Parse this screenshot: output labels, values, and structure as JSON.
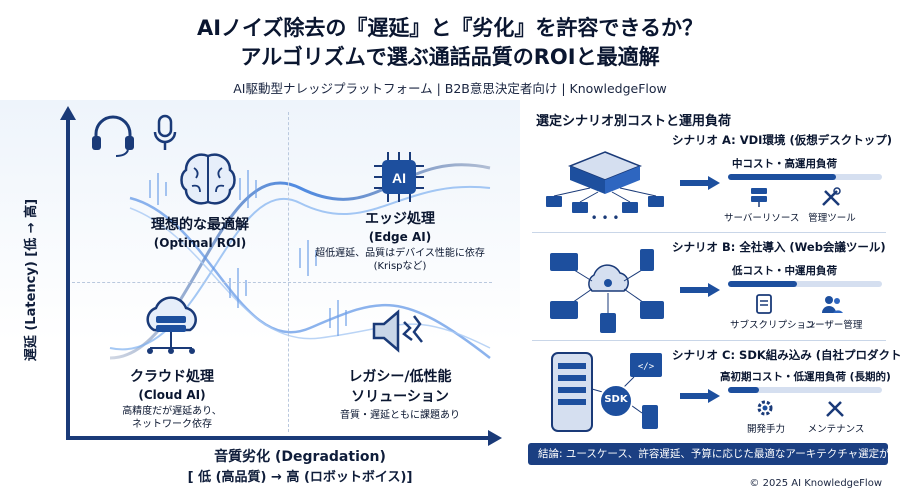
{
  "header": {
    "title_line1": "AIノイズ除去の『遅延』と『劣化』を許容できるか？",
    "title_line2": "アルゴリズムで選ぶ通話品質のROIと最適解",
    "subtitle": "AI駆動型ナレッジプラットフォーム | B2B意思決定者向け | KnowledgeFlow"
  },
  "diagram": {
    "y_axis_label": "遅延 (Latency) [低 → 高]",
    "x_axis_label": "音質劣化 (Degradation)",
    "x_axis_sub": "[ 低 (高品質) → 高 (ロボットボイス)]",
    "quadrants": {
      "optimal": {
        "title": "理想的な最適解",
        "sub": "(Optimal ROI)"
      },
      "edge": {
        "title": "エッジ処理",
        "sub": "(Edge AI)",
        "desc1": "超低遅延、品質はデバイス性能に依存",
        "desc2": "(Krispなど)"
      },
      "cloud": {
        "title": "クラウド処理",
        "sub": "(Cloud AI)",
        "desc1": "高精度だが遅延あり、",
        "desc2": "ネットワーク依存"
      },
      "legacy": {
        "title": "レガシー/低性能",
        "title2": "ソリューション",
        "desc1": "音質・遅延ともに課題あり"
      }
    },
    "icons": [
      "headset-icon",
      "microphone-icon",
      "brain-icon",
      "ai-chip-icon",
      "cloud-server-icon",
      "speaker-noise-icon"
    ]
  },
  "panel": {
    "title": "選定シナリオ別コストと運用負荷",
    "scenarios": [
      {
        "title": "シナリオ A: VDI環境 (仮想デスクトップ)",
        "cost": "中コスト・高運用負荷",
        "level": 0.7,
        "items": [
          "サーバーリソース",
          "管理ツール"
        ]
      },
      {
        "title": "シナリオ B: 全社導入 (Web会議ツール)",
        "cost": "低コスト・中運用負荷",
        "level": 0.45,
        "items": [
          "サブスクリプション",
          "ユーザー管理"
        ]
      },
      {
        "title": "シナリオ C: SDK組み込み (自社プロダクト)",
        "cost": "高初期コスト・低運用負荷 (長期的)",
        "level": 0.2,
        "items": [
          "開発手力",
          "メンテナンス"
        ],
        "sdk_badge": "SDK"
      }
    ],
    "conclusion": "結論: ユースケース、許容遅延、予算に応じた最適なアーキテクチャ選定が重要"
  },
  "footer": "© 2025 AI KnowledgeFlow",
  "colors": {
    "primary": "#1b3f82",
    "accent": "#1d4f9e",
    "light": "#d5dff0"
  }
}
